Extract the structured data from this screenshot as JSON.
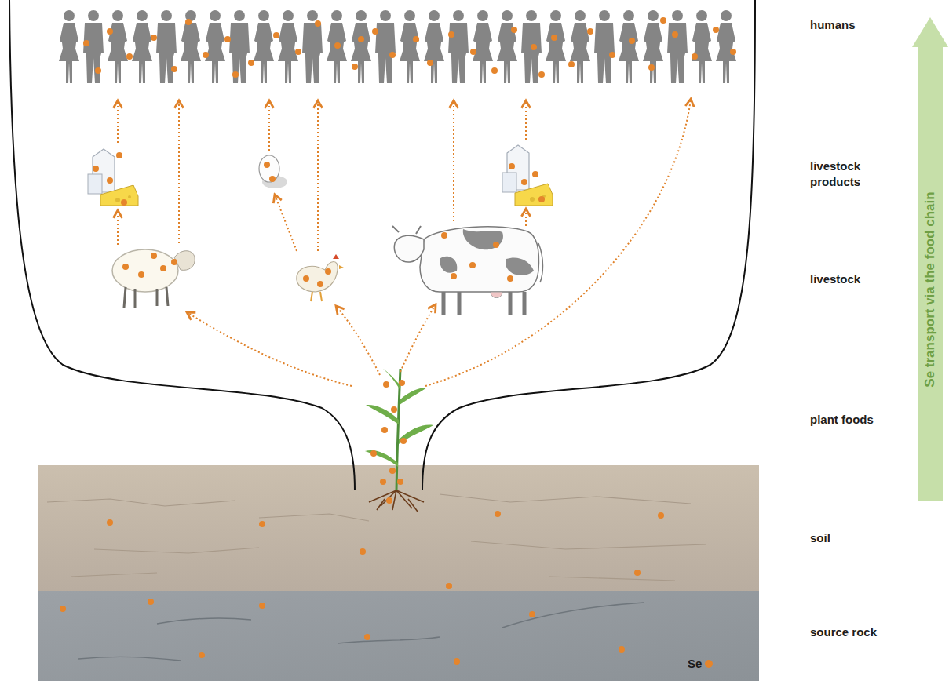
{
  "diagram": {
    "nodes": [
      {
        "text": [
          "Se transport via the food chain"
        ]
      }
    ],
    "labels": [
      "humans",
      "livestock products",
      "livestock",
      "plant foods",
      "soil",
      "source rock"
    ],
    "legend": [
      {
        "text": "Se",
        "color": "#e5852c"
      }
    ]
  }
}
